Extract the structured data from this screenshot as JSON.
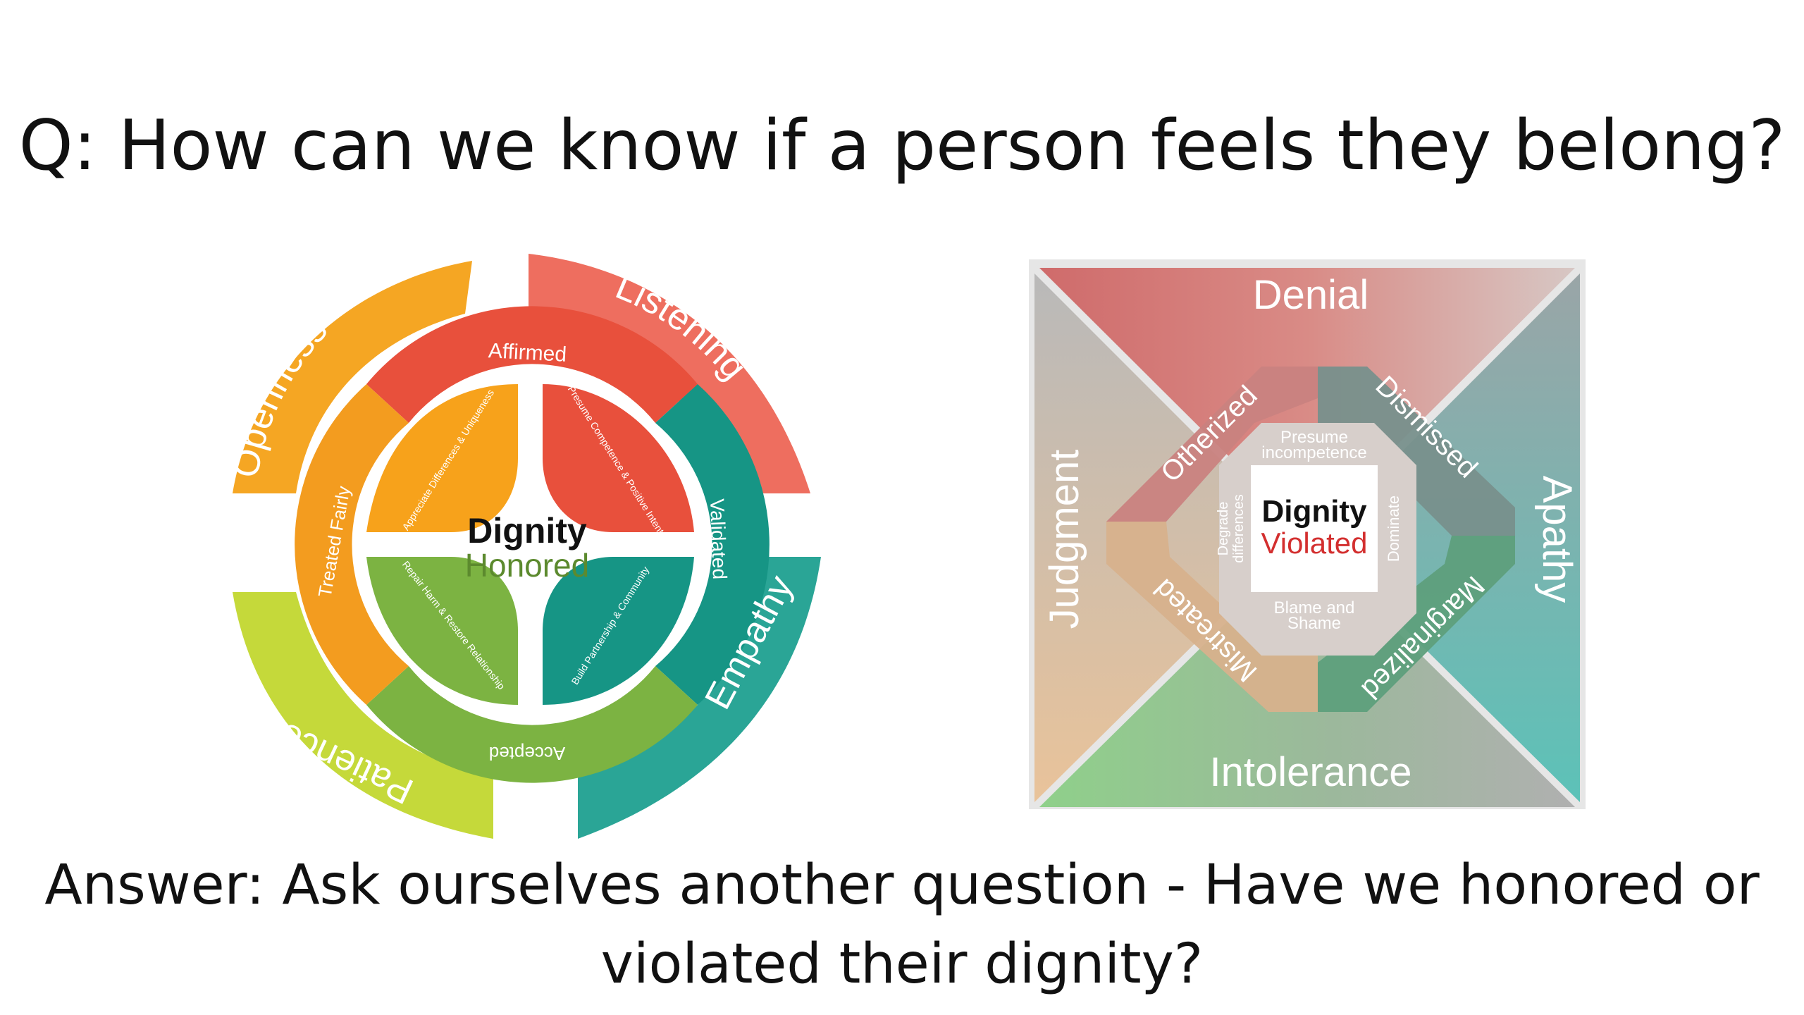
{
  "question": "Q: How can we know if a person feels they belong?",
  "answer_line1": "Answer: Ask ourselves another question - Have we honored or",
  "answer_line2": "violated their dignity?",
  "honored_diagram": {
    "center_top": "Dignity",
    "center_bottom": "Honored",
    "outer_labels": [
      "Openness",
      "Listening",
      "Empathy",
      "Patience"
    ],
    "ring_labels": [
      "Affirmed",
      "Validated",
      "Accepted",
      "Treated Fairly"
    ],
    "inner_labels": [
      "Appreciate Differences & Uniqueness",
      "Presume Competence & Positive Intent",
      "Build Partnership & Community",
      "Repair Harm & Restore Relationship"
    ],
    "colors": {
      "orange": "#f5a623",
      "red": "#e8503c",
      "salmon": "#ee6e5f",
      "teal": "#1a9c8c",
      "green": "#7cb342",
      "lime": "#c5d93a"
    }
  },
  "violated_diagram": {
    "center_top": "Dignity",
    "center_bottom": "Violated",
    "outer_labels": [
      "Denial",
      "Apathy",
      "Intolerance",
      "Judgment"
    ],
    "band_labels": [
      "Otherized",
      "Dismissed",
      "Marginalized",
      "Mistreated"
    ],
    "inner_labels": [
      "Presume incompetence",
      "Dominate",
      "Blame and Shame",
      "Degrade differences"
    ],
    "colors": {
      "violated_red": "#d32f2f"
    }
  }
}
